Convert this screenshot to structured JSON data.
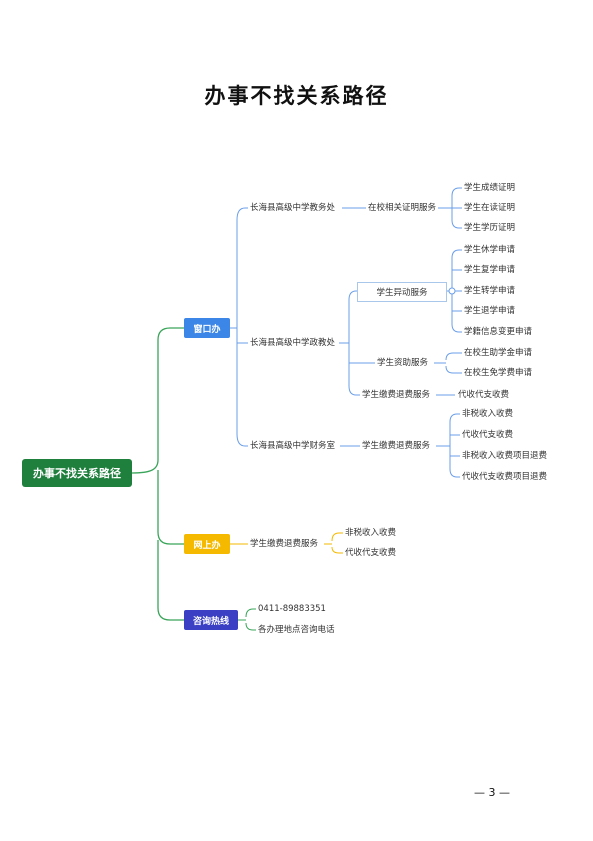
{
  "title": "办事不找关系路径",
  "page_number": "— 3 —",
  "colors": {
    "root": "#1f7f3d",
    "window": "#3b86e6",
    "online": "#f5b900",
    "hotline": "#3a3fc4",
    "line_blue": "#6a9ee8",
    "line_green": "#3aa55a"
  },
  "mindmap": {
    "root": "办事不找关系路径",
    "window": {
      "label": "窗口办",
      "dept1": {
        "label": "长海县高级中学教务处",
        "service": "在校相关证明服务",
        "items": [
          "学生成绩证明",
          "学生在读证明",
          "学生学历证明"
        ]
      },
      "dept2": {
        "label": "长海县高级中学政教处",
        "service1": {
          "label": "学生异动服务",
          "items": [
            "学生休学申请",
            "学生复学申请",
            "学生转学申请",
            "学生退学申请",
            "学籍信息变更申请"
          ]
        },
        "service2": {
          "label": "学生资助服务",
          "items": [
            "在校生助学金申请",
            "在校生免学费申请"
          ]
        },
        "service3": {
          "label": "学生缴费退费服务",
          "items": [
            "代收代支收费"
          ]
        }
      },
      "dept3": {
        "label": "长海县高级中学财务室",
        "service": "学生缴费退费服务",
        "items": [
          "非税收入收费",
          "代收代支收费",
          "非税收入收费项目退费",
          "代收代支收费项目退费"
        ]
      }
    },
    "online": {
      "label": "网上办",
      "service": "学生缴费退费服务",
      "items": [
        "非税收入收费",
        "代收代支收费"
      ]
    },
    "hotline": {
      "label": "咨询热线",
      "items": [
        "0411-89883351",
        "各办理地点咨询电话"
      ]
    }
  }
}
